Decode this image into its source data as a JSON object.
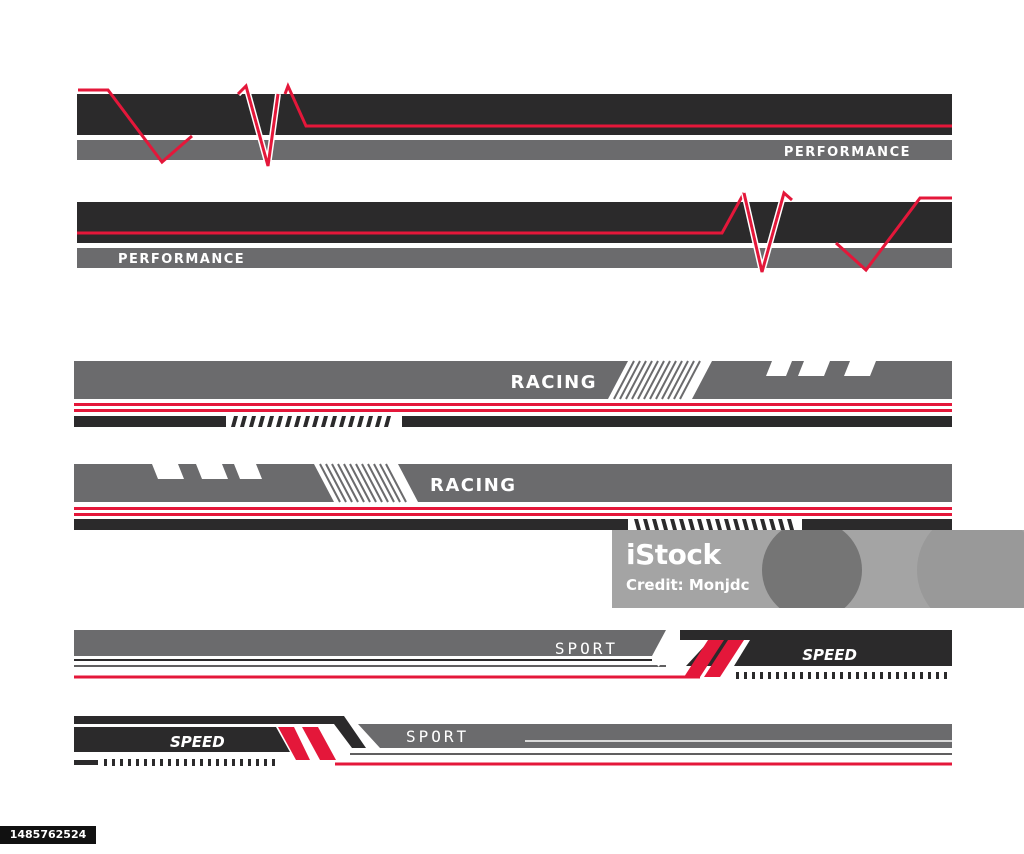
{
  "stripes": {
    "performance_1": "PERFORMANCE",
    "performance_2": "PERFORMANCE",
    "racing_1": "RACING",
    "racing_2": "RACING",
    "sport_1": "SPORT",
    "speed_1": "SPEED",
    "speed_2": "SPEED",
    "sport_2": "SPORT"
  },
  "watermark": {
    "brand": "iStock",
    "credit": "Credit: Monjdc"
  },
  "image_id": "1485762524",
  "colors": {
    "dark": "#2b2a2b",
    "gray": "#6b6b6d",
    "red": "#e4173a",
    "white": "#ffffff"
  }
}
